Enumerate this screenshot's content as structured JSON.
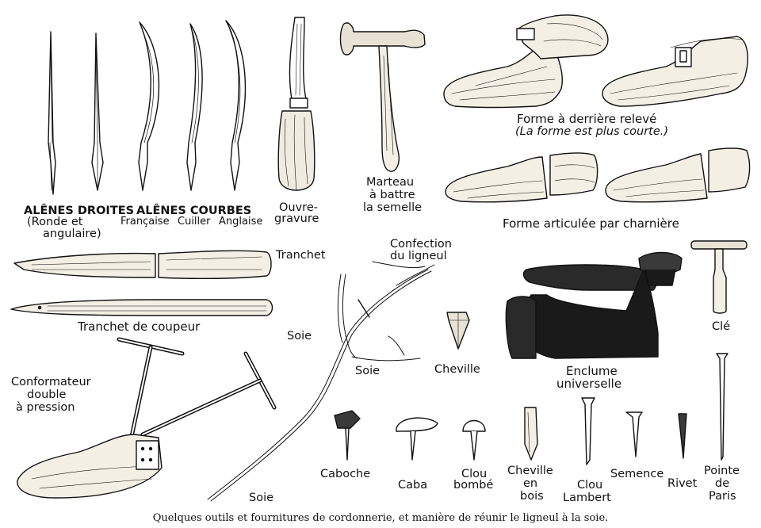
{
  "labels": {
    "alenes_droites": "ALÊNES DROITES",
    "ronde_et": "(Ronde et",
    "angulaire": "angulaire)",
    "alenes_courbes": "ALÊNES COURBES",
    "francaise": "Française",
    "cuiller": "Cuiller",
    "anglaise": "Anglaise",
    "ouvre": "Ouvre-",
    "gravure": "gravure",
    "marteau_1": "Marteau",
    "marteau_2": "à battre",
    "marteau_3": "la semelle",
    "forme_releve": "Forme à derrière relevé",
    "forme_courte": "(La forme  est plus courte.)",
    "forme_charniere": "Forme articulée par charnière",
    "tranchet": "Tranchet",
    "tranchet_coupeur": "Tranchet  de  coupeur",
    "confection_1": "Confection",
    "confection_2": "du ligneul",
    "soie_1": "Soie",
    "soie_2": "Soie",
    "soie_3": "Soie",
    "cheville": "Cheville",
    "enclume_1": "Enclume",
    "enclume_2": "universelle",
    "cle": "Clé",
    "conformateur_1": "Conformateur",
    "conformateur_2": "double",
    "conformateur_3": "à pression",
    "caboche": "Caboche",
    "caba": "Caba",
    "clou_bombe_1": "Clou",
    "clou_bombe_2": "bombé",
    "cheville_bois_1": "Cheville",
    "cheville_bois_2": "en",
    "cheville_bois_3": "bois",
    "clou_lambert_1": "Clou",
    "clou_lambert_2": "Lambert",
    "semence": "Semence",
    "rivet": "Rivet",
    "pointe_1": "Pointe",
    "pointe_2": "de",
    "pointe_3": "Paris"
  },
  "caption": "Quelques outils et fournitures de cordonnerie, et manière de réunir le ligneul à la soie.",
  "colors": {
    "ink": "#111111",
    "wood": "#f4efe4",
    "paper": "#ffffff",
    "dark": "#1a1a1a"
  }
}
